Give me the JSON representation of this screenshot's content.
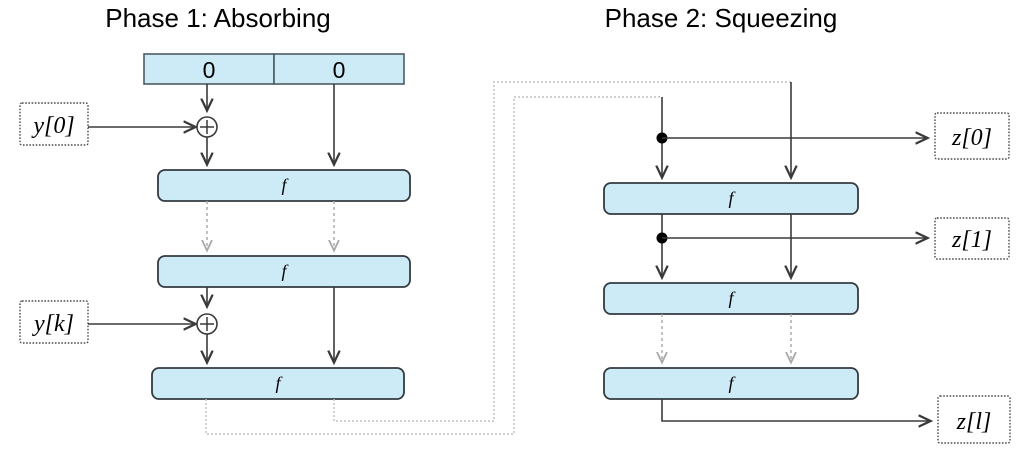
{
  "diagram": {
    "kind": "sponge-construction-flow-diagram",
    "background": "#ffffff",
    "accent_fill": "#cdeaf7",
    "wire_color": "#3a3a3a",
    "dashed_wire_color": "#a9a9a9",
    "routing_wire_color": "#bfbfbf"
  },
  "phase1": {
    "title": "Phase 1: Absorbing",
    "state_cells": [
      {
        "label": "0",
        "name": "rate-cell"
      },
      {
        "label": "0",
        "name": "capacity-cell"
      }
    ],
    "inputs": [
      {
        "label": "y[0]",
        "name": "input-y0"
      },
      {
        "label": "y[k]",
        "name": "input-yk"
      }
    ],
    "xor_symbol": "+",
    "xor_nodes": [
      {
        "name": "xor-node-0"
      },
      {
        "name": "xor-node-k"
      }
    ],
    "permutations": [
      {
        "label": "f",
        "name": "permutation-f-1"
      },
      {
        "label": "f",
        "name": "permutation-f-2"
      },
      {
        "label": "f",
        "name": "permutation-f-3"
      }
    ]
  },
  "phase2": {
    "title": "Phase 2: Squeezing",
    "outputs": [
      {
        "label": "z[0]",
        "name": "output-z0"
      },
      {
        "label": "z[1]",
        "name": "output-z1"
      },
      {
        "label": "z[l]",
        "name": "output-zl"
      }
    ],
    "permutations": [
      {
        "label": "f",
        "name": "permutation-f-1"
      },
      {
        "label": "f",
        "name": "permutation-f-2"
      },
      {
        "label": "f",
        "name": "permutation-f-3"
      }
    ],
    "tap_nodes": [
      {
        "name": "tap-node-z0"
      },
      {
        "name": "tap-node-z1"
      }
    ]
  }
}
